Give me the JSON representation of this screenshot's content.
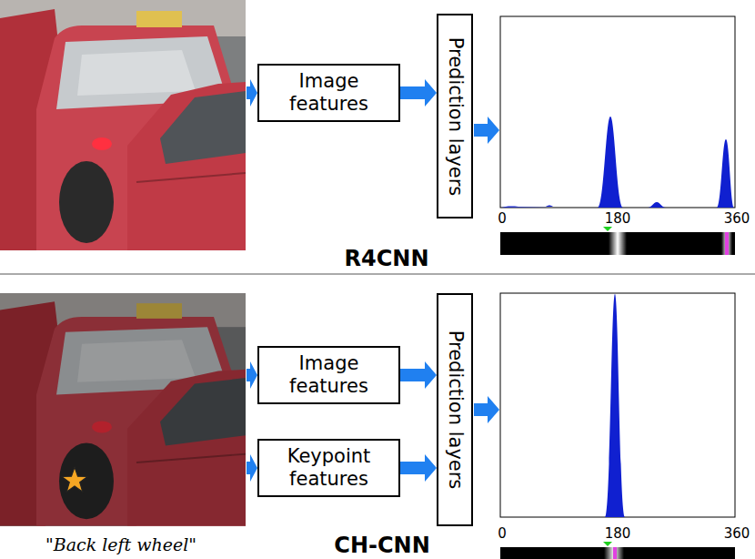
{
  "diagram": {
    "nodes": [
      {
        "text": [
          "Image features"
        ]
      },
      {
        "text": [
          "Prediction layers"
        ]
      },
      {
        "text": [
          "Image features"
        ]
      },
      {
        "text": [
          "Keypoint features"
        ]
      },
      {
        "text": [
          "Prediction layers"
        ]
      }
    ],
    "edges": [
      {
        "from": 0,
        "to": 1,
        "arrow": "to"
      },
      {
        "from": 2,
        "to": 4,
        "arrow": "to"
      },
      {
        "from": 3,
        "to": 4,
        "arrow": "to"
      }
    ],
    "labels": [
      "0",
      "180",
      "360",
      "R4CNN",
      "\"Back left wheel\"",
      "0",
      "180",
      "360",
      "CH-CNN"
    ]
  }
}
